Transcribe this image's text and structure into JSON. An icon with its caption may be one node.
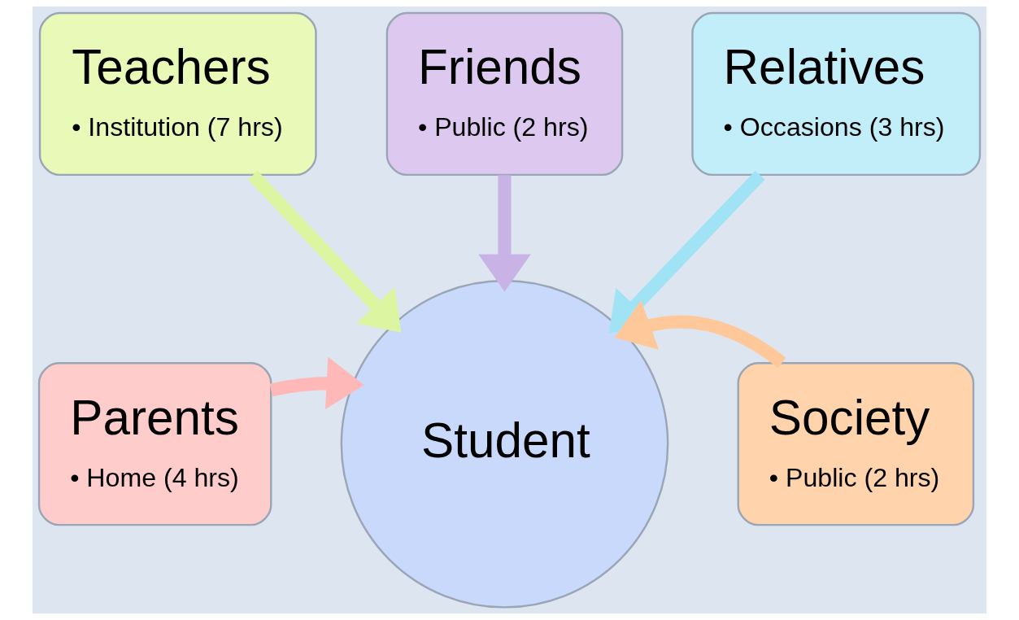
{
  "diagram": {
    "nodes": [
      {
        "text": [
          "Friends",
          "• Public (2 hrs)"
        ]
      },
      {
        "text": [
          "Teachers",
          "• Institution (7 hrs)"
        ]
      },
      {
        "text": [
          "Relatives",
          "• Occasions (3 hrs)"
        ]
      },
      {
        "text": [
          "Parents",
          "• Home (4 hrs)"
        ]
      },
      {
        "text": [
          "Student"
        ]
      },
      {
        "text": [
          "Society",
          "• Public (2 hrs)"
        ]
      }
    ],
    "edges": [
      {
        "from": 0,
        "to": 4,
        "arrow": "to",
        "color": "#c9b3e6"
      },
      {
        "from": 1,
        "to": 4,
        "arrow": "to",
        "color": "#dcf5a0"
      },
      {
        "from": 2,
        "to": 4,
        "arrow": "to",
        "color": "#9fe3f5"
      },
      {
        "from": 3,
        "to": 4,
        "arrow": "to",
        "color": "#ffb8b8"
      },
      {
        "from": 5,
        "to": 4,
        "arrow": "to",
        "color": "#ffc89a"
      }
    ]
  }
}
